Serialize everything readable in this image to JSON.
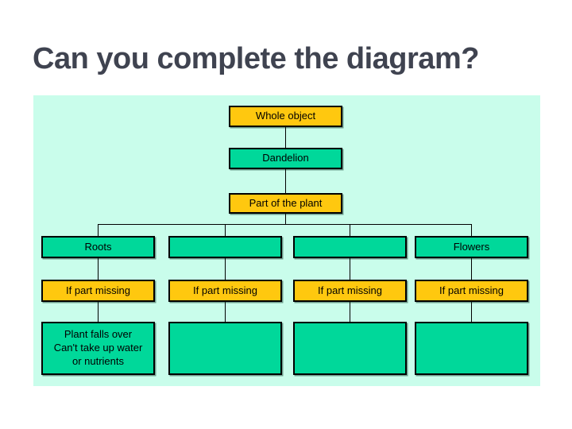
{
  "slide": {
    "title": "Can you complete the diagram?"
  },
  "colors": {
    "page_background": "#ffffff",
    "title_text": "#3f4350",
    "panel_background": "#c9fdeb",
    "yellow_box": "#ffc80f",
    "teal_box": "#00d89a",
    "box_border": "#000000",
    "box_text": "#000000",
    "connector_line": "#000000"
  },
  "diagram": {
    "whole_object_label": "Whole object",
    "object_name_label": "Dandelion",
    "category_label": "Part of the plant",
    "branches": [
      {
        "part": "Roots",
        "condition": "If part missing",
        "effect": "Plant falls over\nCan't take up water\nor nutrients"
      },
      {
        "part": "",
        "condition": "If part missing",
        "effect": ""
      },
      {
        "part": "",
        "condition": "If part missing",
        "effect": ""
      },
      {
        "part": "Flowers",
        "condition": "If part missing",
        "effect": ""
      }
    ]
  }
}
